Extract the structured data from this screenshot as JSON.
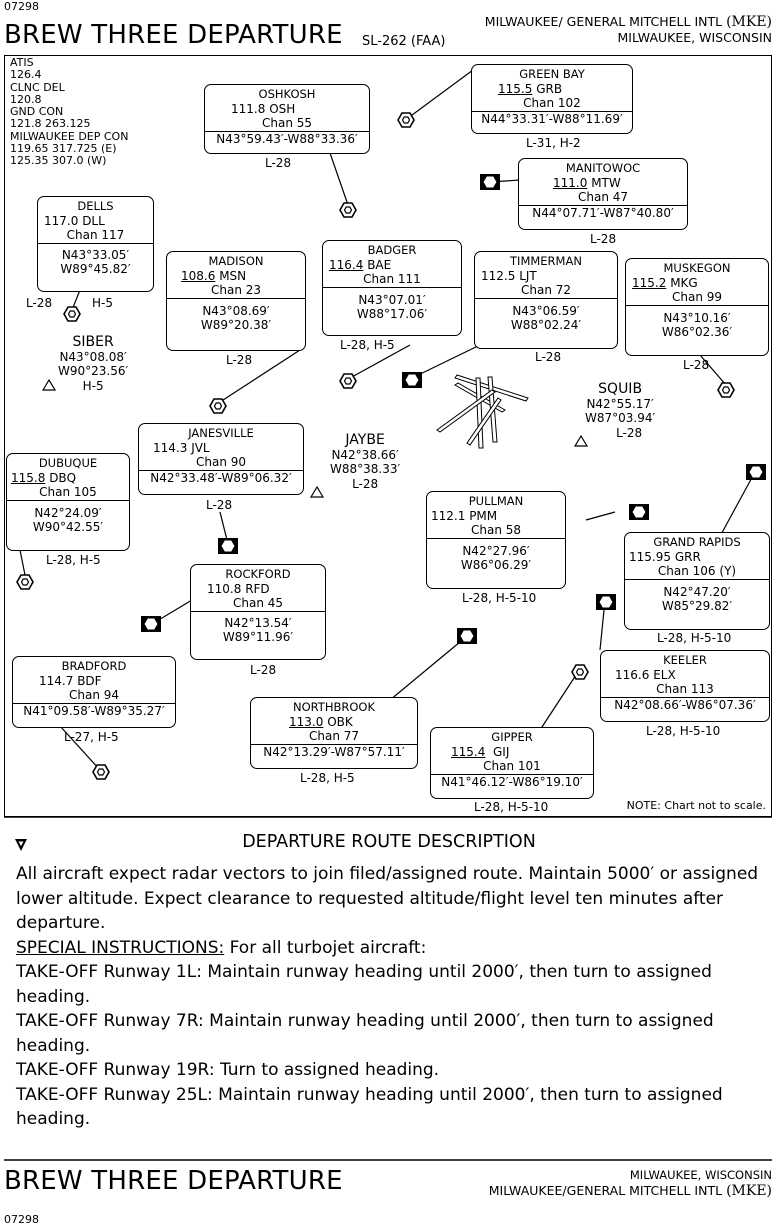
{
  "header": {
    "chart_id": "07298",
    "title": "BREW THREE DEPARTURE",
    "procedure_code": "SL-262 (FAA)",
    "airport": "MILWAUKEE/ GENERAL MITCHELL INTL",
    "airport_id": "(MKE)",
    "city": "MILWAUKEE, WISCONSIN"
  },
  "comm": [
    "ATIS",
    "126.4",
    "CLNC DEL",
    "120.8",
    "GND CON",
    "121.8  263.125",
    "MILWAUKEE DEP CON",
    "119.65  317.725  (E)",
    "125.35  307.0  (W)"
  ],
  "navaids": {
    "oshkosh": {
      "name": "OSHKOSH",
      "freq": "111.8",
      "id": "OSH",
      "chan": "Chan 55",
      "coord": "N43°59.43′-W88°33.36′",
      "charts": "L-28"
    },
    "green_bay": {
      "name": "GREEN BAY",
      "freq": "115.5",
      "id": "GRB",
      "chan": "Chan 102",
      "coord": "N44°33.31′-W88°11.69′",
      "charts": "L-31, H-2"
    },
    "manitowoc": {
      "name": "MANITOWOC",
      "freq": "111.0",
      "id": "MTW",
      "chan": "Chan 47",
      "coord": "N44°07.71′-W87°40.80′",
      "charts": "L-28"
    },
    "dells": {
      "name": "DELLS",
      "freq": "117.0",
      "id": "DLL",
      "chan": "Chan 117",
      "lat": "N43°33.05′",
      "lon": "W89°45.82′",
      "charts_a": "L-28",
      "charts_b": "H-5"
    },
    "madison": {
      "name": "MADISON",
      "freq": "108.6",
      "id": "MSN",
      "chan": "Chan 23",
      "lat": "N43°08.69′",
      "lon": "W89°20.38′",
      "charts": "L-28"
    },
    "badger": {
      "name": "BADGER",
      "freq": "116.4",
      "id": "BAE",
      "chan": "Chan 111",
      "lat": "N43°07.01′",
      "lon": "W88°17.06′",
      "charts": "L-28, H-5"
    },
    "timmerman": {
      "name": "TIMMERMAN",
      "freq": "112.5",
      "id": "LJT",
      "chan": "Chan 72",
      "lat": "N43°06.59′",
      "lon": "W88°02.24′",
      "charts": "L-28"
    },
    "muskegon": {
      "name": "MUSKEGON",
      "freq": "115.2",
      "id": "MKG",
      "chan": "Chan 99",
      "lat": "N43°10.16′",
      "lon": "W86°02.36′",
      "charts": "L-28"
    },
    "janesville": {
      "name": "JANESVILLE",
      "freq": "114.3",
      "id": "JVL",
      "chan": "Chan 90",
      "coord": "N42°33.48′-W89°06.32′",
      "charts": "L-28"
    },
    "dubuque": {
      "name": "DUBUQUE",
      "freq": "115.8",
      "id": "DBQ",
      "chan": "Chan 105",
      "lat": "N42°24.09′",
      "lon": "W90°42.55′",
      "charts": "L-28, H-5"
    },
    "pullman": {
      "name": "PULLMAN",
      "freq": "112.1",
      "id": "PMM",
      "chan": "Chan 58",
      "lat": "N42°27.96′",
      "lon": "W86°06.29′",
      "charts": "L-28, H-5-10"
    },
    "grand_rapids": {
      "name": "GRAND RAPIDS",
      "freq": "115.95",
      "id": "GRR",
      "chan": "Chan 106 (Y)",
      "lat": "N42°47.20′",
      "lon": "W85°29.82′",
      "charts": "L-28, H-5-10"
    },
    "rockford": {
      "name": "ROCKFORD",
      "freq": "110.8",
      "id": "RFD",
      "chan": "Chan 45",
      "lat": "N42°13.54′",
      "lon": "W89°11.96′",
      "charts": "L-28"
    },
    "keeler": {
      "name": "KEELER",
      "freq": "116.6",
      "id": "ELX",
      "chan": "Chan 113",
      "coord": "N42°08.66′-W86°07.36′",
      "charts": "L-28, H-5-10"
    },
    "bradford": {
      "name": "BRADFORD",
      "freq": "114.7",
      "id": "BDF",
      "chan": "Chan 94",
      "coord": "N41°09.58′-W89°35.27′",
      "charts": "L-27, H-5"
    },
    "northbrook": {
      "name": "NORTHBROOK",
      "freq": "113.0",
      "id": "OBK",
      "chan": "Chan 77",
      "coord": "N42°13.29′-W87°57.11′",
      "charts": "L-28, H-5"
    },
    "gipper": {
      "name": "GIPPER",
      "freq": "115.4",
      "id": "GIJ",
      "chan": "Chan 101",
      "coord": "N41°46.12′-W86°19.10′",
      "charts": "L-28, H-5-10"
    }
  },
  "fixes": {
    "siber": {
      "name": "SIBER",
      "lat": "N43°08.08′",
      "lon": "W90°23.56′",
      "charts": "H-5"
    },
    "jaybe": {
      "name": "JAYBE",
      "lat": "N42°38.66′",
      "lon": "W88°38.33′",
      "charts": "L-28"
    },
    "squib": {
      "name": "SQUIB",
      "lat": "N42°55.17′",
      "lon": "W87°03.94′",
      "charts": "L-28"
    }
  },
  "note": "NOTE:  Chart not to scale.",
  "description": {
    "title": "DEPARTURE ROUTE DESCRIPTION",
    "para1": "All aircraft expect radar vectors to join filed/assigned route.  Maintain 5000′ or assigned lower altitude.  Expect clearance to requested altitude/flight level ten minutes after departure.",
    "special_label": "SPECIAL INSTRUCTIONS:",
    "special_text": "  For all turbojet aircraft:",
    "rwy1": "TAKE-OFF Runway 1L:  Maintain runway heading until 2000′, then turn to assigned heading.",
    "rwy2": "TAKE-OFF Runway 7R:  Maintain runway heading until 2000′, then turn to assigned heading.",
    "rwy3": "TAKE-OFF Runway 19R:  Turn to assigned heading.",
    "rwy4": "TAKE-OFF Runway 25L:  Maintain runway heading until 2000′, then turn to assigned heading."
  },
  "footer": {
    "title": "BREW THREE DEPARTURE",
    "city": "MILWAUKEE, WISCONSIN",
    "airport": "MILWAUKEE/GENERAL MITCHELL INTL",
    "airport_id": "(MKE)",
    "chart_id": "07298"
  }
}
